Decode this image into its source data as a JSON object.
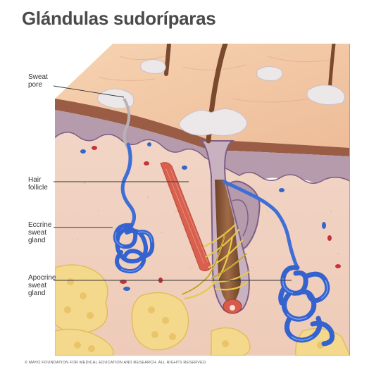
{
  "title": "Glándulas sudoríparas",
  "labels": {
    "sweat_pore": [
      "Sweat",
      "pore"
    ],
    "hair_follicle": [
      "Hair",
      "follicle"
    ],
    "eccrine_gland": [
      "Eccrine",
      "sweat",
      "gland"
    ],
    "apocrine_gland": [
      "Apocrine",
      "sweat",
      "gland"
    ]
  },
  "copyright": "© MAYO FOUNDATION FOR MEDICAL EDUCATION AND RESEARCH. ALL RIGHTS RESERVED.",
  "colors": {
    "skin_surface": "#f2c7a4",
    "dermis": "#f0d2c3",
    "epidermis": "#b09aa8",
    "gland_blue": "#3f6fd6",
    "fat_yellow": "#f3d88a",
    "hair": "#8a5a3c"
  }
}
